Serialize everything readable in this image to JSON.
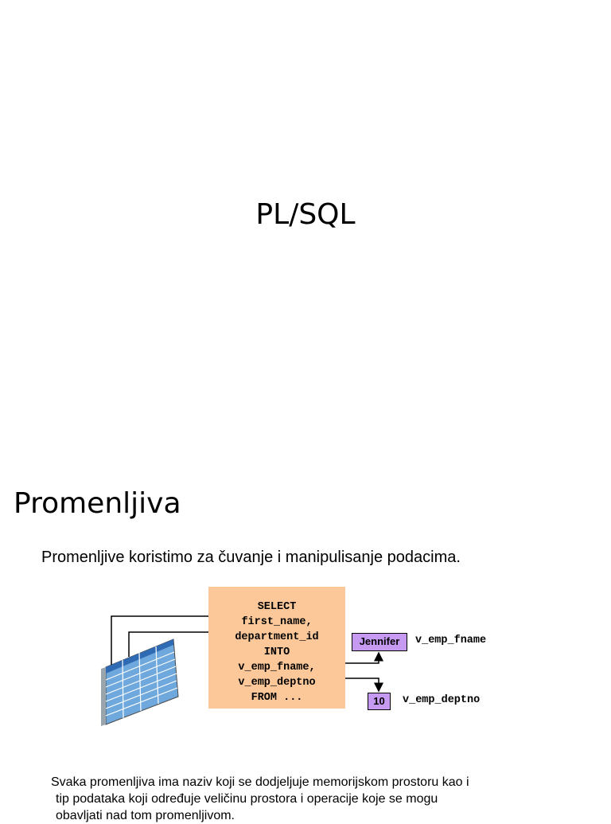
{
  "slide1": {
    "title": "PL/SQL"
  },
  "slide2": {
    "title": "Promenljiva",
    "lead": "Promenljive koristimo za čuvanje i manipulisanje podacima.",
    "diagram": {
      "sql_lines": [
        "SELECT",
        "first_name,",
        "department_id",
        "INTO",
        "v_emp_fname,",
        "v_emp_deptno",
        "FROM ..."
      ],
      "value1": "Jennifer",
      "var1": "v_emp_fname",
      "value2": "10",
      "var2": "v_emp_deptno",
      "table_icon": "database-table-icon",
      "colors": {
        "sql_box": "#fcc899",
        "value_box": "#c59af0",
        "table_cells": "#8ec8ee"
      }
    },
    "footer_lines": [
      "Svaka promenljiva ima naziv koji se dodjeljuje memorijskom prostoru kao i",
      "tip podataka koji određuje veličinu prostora i operacije koje se mogu",
      "obavljati nad tom promenljivom."
    ]
  }
}
